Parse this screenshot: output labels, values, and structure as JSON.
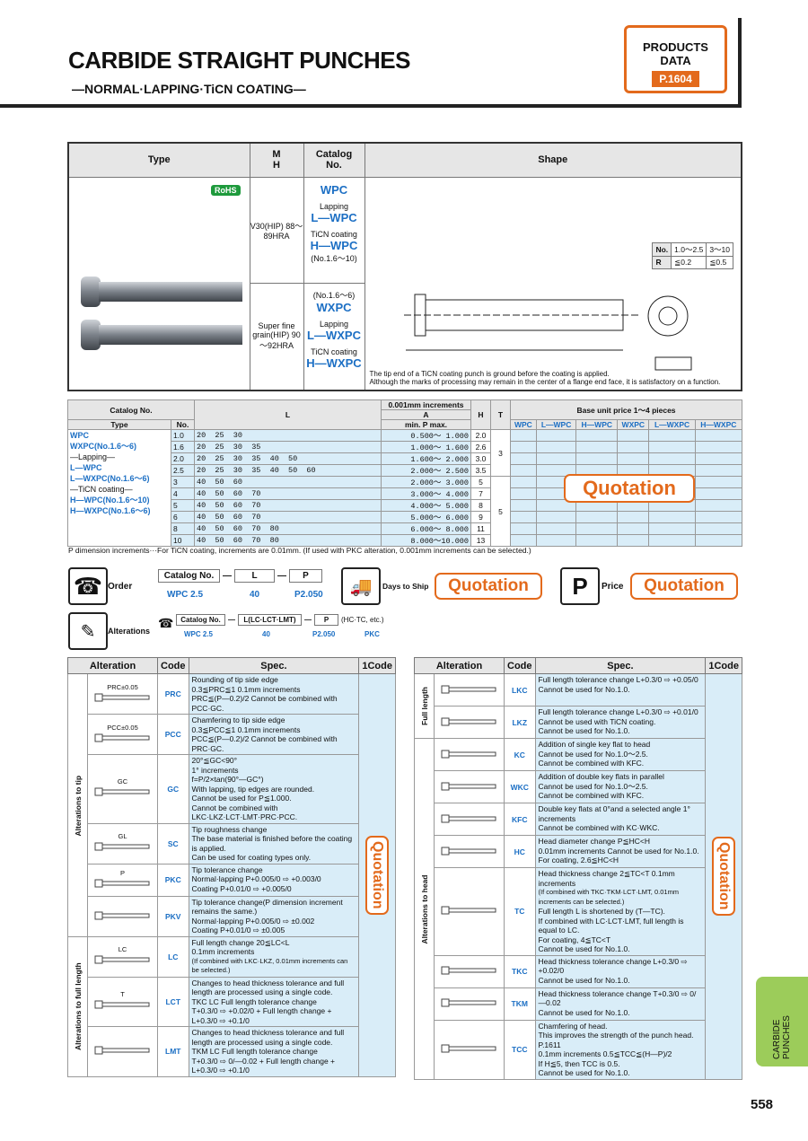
{
  "header": {
    "title": "CARBIDE STRAIGHT PUNCHES",
    "subtitle": "—NORMAL·LAPPING·TiCN COATING—",
    "products_data": "PRODUCTS DATA",
    "page_ref": "P.1604"
  },
  "type_table": {
    "headers": [
      "Type",
      "M H",
      "Catalog No.",
      "Shape"
    ],
    "rohs": "RoHS",
    "material1": "V30(HIP) 88～89HRA",
    "material2": "Super fine grain(HIP) 90～92HRA",
    "cat1": "WPC",
    "lapping_lbl": "Lapping",
    "cat1_lap": "L—WPC",
    "ticn_lbl": "TiCN coating",
    "cat1_ticn": "H—WPC",
    "cat1_ticn_range": "(No.1.6～10)",
    "cat2_range": "(No.1.6～6)",
    "cat2": "WXPC",
    "cat2_lap": "L—WXPC",
    "cat2_ticn": "H—WXPC",
    "r_table": {
      "no": "No.",
      "c1": "1.0～2.5",
      "c2": "3～10",
      "r": "R",
      "r1": "≦0.2",
      "r2": "≦0.5"
    },
    "note1": "The tip end of a TiCN coating punch is ground before the coating is applied.",
    "note2": "Although the marks of processing may remain in the center of a flange end face, it is satisfactory on a function."
  },
  "price_table": {
    "h_catalog": "Catalog No.",
    "h_type": "Type",
    "h_no": "No.",
    "h_L": "L",
    "h_inc": "0.001mm increments",
    "h_A": "A",
    "h_minmax": "min. P max.",
    "h_H": "H",
    "h_T": "T",
    "h_price": "Base unit price 1～4 pieces",
    "price_cols": [
      "WPC",
      "L—WPC",
      "H—WPC",
      "WXPC",
      "L—WXPC",
      "H—WXPC"
    ],
    "types": [
      "WPC",
      "WXPC(No.1.6～6)",
      "—Lapping—",
      "L—WPC",
      "L—WXPC(No.1.6～6)",
      "—TiCN coating—",
      "H—WPC(No.1.6～10)",
      "H—WXPC(No.1.6～6)"
    ],
    "rows": [
      {
        "no": "1.0",
        "L": "20  25  30",
        "P": "0.500～ 1.000",
        "H": "2.0"
      },
      {
        "no": "1.6",
        "L": "20  25  30  35",
        "P": "1.000～ 1.600",
        "H": "2.6"
      },
      {
        "no": "2.0",
        "L": "20  25  30  35  40  50",
        "P": "1.600～ 2.000",
        "H": "3.0"
      },
      {
        "no": "2.5",
        "L": "20  25  30  35  40  50  60",
        "P": "2.000～ 2.500",
        "H": "3.5"
      },
      {
        "no": "3",
        "L": "40  50  60",
        "P": "2.000～ 3.000",
        "H": "5"
      },
      {
        "no": "4",
        "L": "40  50  60  70",
        "P": "3.000～ 4.000",
        "H": "7"
      },
      {
        "no": "5",
        "L": "40  50  60  70",
        "P": "4.000～ 5.000",
        "H": "8"
      },
      {
        "no": "6",
        "L": "40  50  60  70",
        "P": "5.000～ 6.000",
        "H": "9"
      },
      {
        "no": "8",
        "L": "40  50  60  70  80",
        "P": "6.000～ 8.000",
        "H": "11"
      },
      {
        "no": "10",
        "L": "40  50  60  70  80",
        "P": "8.000～10.000",
        "H": "13"
      }
    ],
    "T1": "3",
    "T2": "5",
    "quotation": "Quotation",
    "footnote": "P dimension increments···For TiCN coating, increments are 0.01mm. (If used with PKC alteration, 0.001mm increments can be selected.)"
  },
  "order": {
    "label": "Order",
    "catalog": "Catalog No.",
    "L": "L",
    "P": "P",
    "ex_cat": "WPC 2.5",
    "ex_L": "40",
    "ex_P": "P2.050",
    "days": "Days to Ship",
    "quotation": "Quotation",
    "price": "Price",
    "alterations": "Alterations",
    "alt_catalog": "Catalog No.",
    "alt_L": "L(LC·LCT·LMT)",
    "alt_P": "P",
    "alt_codes": "(HC·TC, etc.)",
    "alt_ex_cat": "WPC 2.5",
    "alt_ex_L": "40",
    "alt_ex_P": "P2.050",
    "alt_ex_code": "PKC"
  },
  "alt_left": {
    "headers": [
      "Alteration",
      "Code",
      "Spec.",
      "1Code"
    ],
    "section_tip": "Alterations to tip",
    "section_full": "Alterations to full length",
    "quotation": "Quotation",
    "rows": [
      {
        "code": "PRC",
        "fig": "PRC±0.05",
        "spec": [
          "Rounding of tip side edge",
          "0.3≦PRC≦1  0.1mm increments",
          "PRC≦(P—0.2)/2  Cannot be combined with PCC·GC."
        ]
      },
      {
        "code": "PCC",
        "fig": "PCC±0.05",
        "spec": [
          "Chamfering to tip side edge",
          "0.3≦PCC≦1  0.1mm increments",
          "PCC≦(P—0.2)/2  Cannot be combined with PRC·GC."
        ]
      },
      {
        "code": "GC",
        "fig": "GC",
        "spec": [
          "20°≦GC<90°",
          "1° increments",
          "f=P/2×tan(90°—GC°)",
          "With lapping, tip edges are rounded.",
          "Cannot be used for P≦1.000.",
          "Cannot be combined with LKC·LKZ·LCT·LMT·PRC·PCC."
        ]
      },
      {
        "code": "SC",
        "fig": "GL",
        "spec": [
          "Tip roughness change",
          "The base material is finished before the coating is applied.",
          "Can be used for coating types only."
        ]
      },
      {
        "code": "PKC",
        "fig": "P",
        "spec": [
          "Tip tolerance change",
          "Normal·lapping  P+0.005/0 ⇨ +0.003/0",
          "Coating  P+0.01/0 ⇨ +0.005/0"
        ]
      },
      {
        "code": "PKV",
        "fig": "",
        "spec": [
          "Tip tolerance change(P dimension increment remains the same.)",
          "Normal·lapping  P+0.005/0 ⇨ ±0.002",
          "Coating  P+0.01/0 ⇨ ±0.005"
        ]
      },
      {
        "code": "LC",
        "fig": "LC",
        "spec": [
          "Full length change 20≦LC<L",
          "0.1mm increments",
          "(If combined with LKC·LKZ, 0.01mm increments can be selected.)"
        ]
      },
      {
        "code": "LCT",
        "fig": "T",
        "spec": [
          "Changes to head thickness tolerance and full length are processed using a single code.",
          "TKC  LC  Full length tolerance change",
          "T+0.3/0 ⇨ +0.02/0 + Full length change + L+0.3/0 ⇨ +0.1/0"
        ]
      },
      {
        "code": "LMT",
        "fig": "",
        "spec": [
          "Changes to head thickness tolerance and full length are processed using a single code.",
          "TKM  LC  Full length tolerance change",
          "T+0.3/0 ⇨ 0/—0.02 + Full length change + L+0.3/0 ⇨ +0.1/0"
        ]
      }
    ]
  },
  "alt_right": {
    "headers": [
      "Alteration",
      "Code",
      "Spec.",
      "1Code"
    ],
    "section_full": "Full length",
    "section_head": "Alterations to head",
    "quotation": "Quotation",
    "rows": [
      {
        "code": "LKC",
        "spec": [
          "Full length tolerance change  L+0.3/0 ⇨ +0.05/0",
          "Cannot be used for No.1.0."
        ]
      },
      {
        "code": "LKZ",
        "spec": [
          "Full length tolerance change  L+0.3/0 ⇨ +0.01/0",
          "Cannot be used with TiCN coating.",
          "Cannot be used for No.1.0."
        ]
      },
      {
        "code": "KC",
        "spec": [
          "Addition of single key flat to head",
          "Cannot be used for No.1.0～2.5.",
          "Cannot be combined with KFC."
        ]
      },
      {
        "code": "WKC",
        "spec": [
          "Addition of double key flats in parallel",
          "Cannot be used for No.1.0～2.5.",
          "Cannot be combined with KFC."
        ]
      },
      {
        "code": "KFC",
        "spec": [
          "Double key flats at 0°and a selected angle 1° increments",
          "Cannot be combined with KC·WKC."
        ]
      },
      {
        "code": "HC",
        "spec": [
          "Head diameter change P≦HC<H",
          "0.01mm increments  Cannot be used for No.1.0.",
          "For coating, 2.6≦HC<H"
        ]
      },
      {
        "code": "TC",
        "spec": [
          "Head thickness change 2≦TC<T 0.1mm increments",
          "(If combined with TKC·TKM·LCT·LMT, 0.01mm increments can be selected.)",
          "Full length L is shortened by (T—TC).",
          "If combined with LC·LCT·LMT, full length is equal to LC.",
          "For coating, 4≦TC<T",
          "Cannot be used for No.1.0."
        ]
      },
      {
        "code": "TKC",
        "spec": [
          "Head thickness tolerance change  L+0.3/0 ⇨ +0.02/0",
          "Cannot be used for No.1.0."
        ]
      },
      {
        "code": "TKM",
        "spec": [
          "Head thickness tolerance change  T+0.3/0 ⇨ 0/—0.02",
          "Cannot be used for No.1.0."
        ]
      },
      {
        "code": "TCC",
        "spec": [
          "Chamfering of head.",
          "This improves the strength of the punch head. P.1611",
          "0.1mm increments  0.5≦TCC≦(H—P)/2",
          "If H≦5, then TCC is 0.5.",
          "Cannot be used for No.1.0."
        ]
      }
    ]
  },
  "side_tab": "CARBIDE PUNCHES",
  "page_number": "558"
}
